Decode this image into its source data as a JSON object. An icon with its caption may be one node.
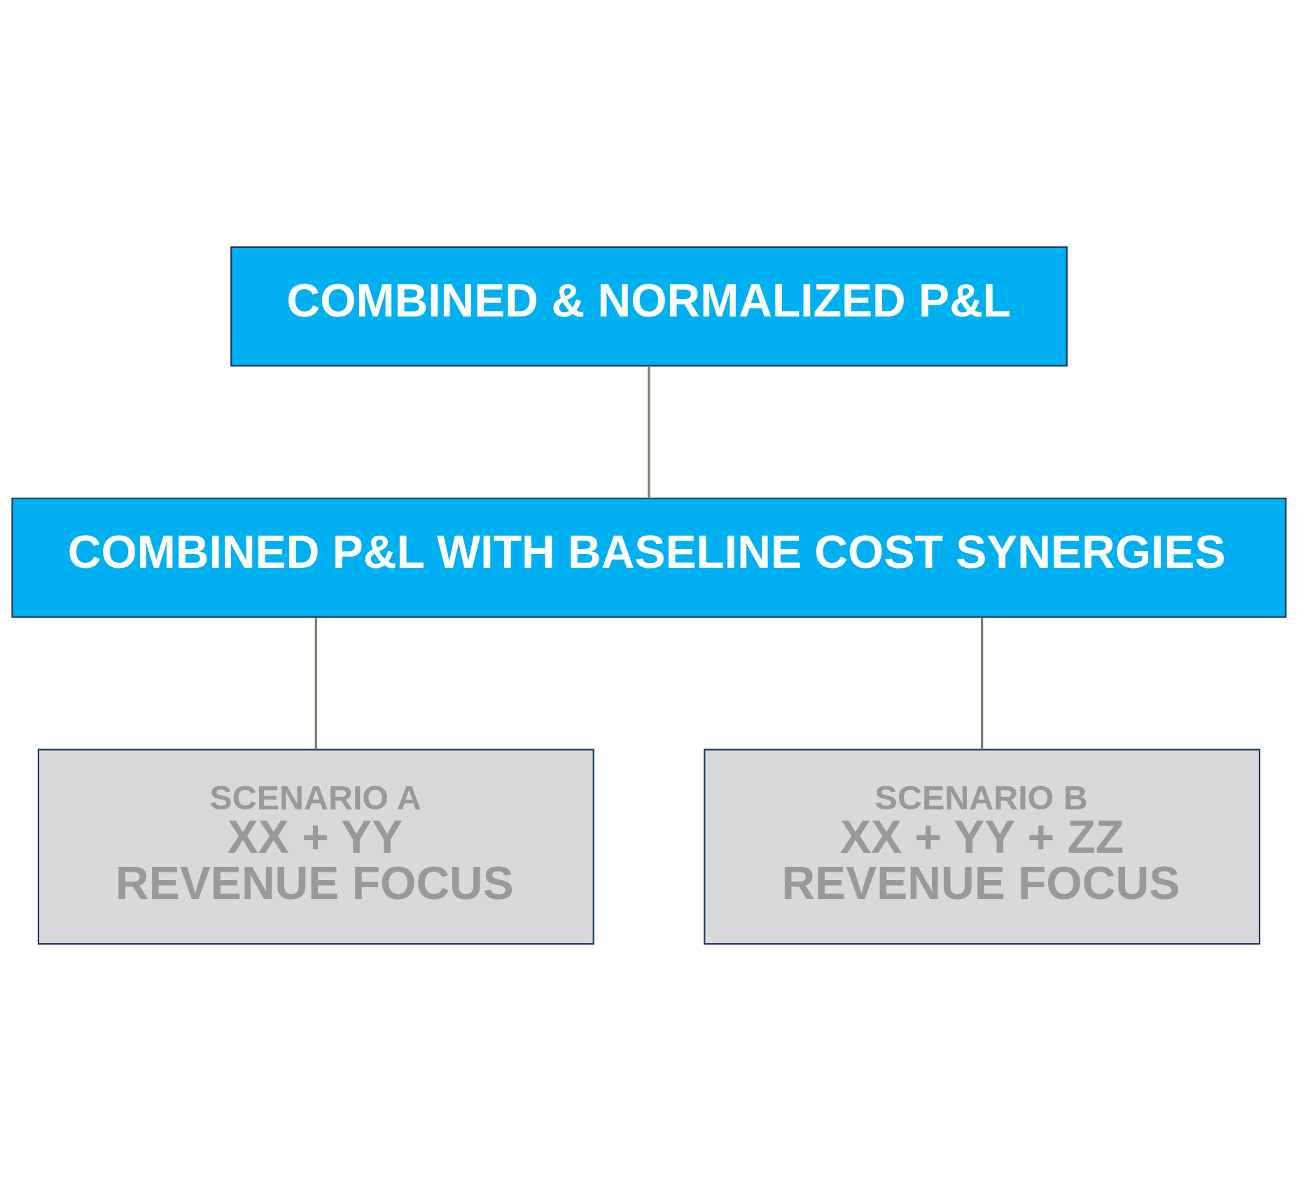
{
  "diagram": {
    "nodes": [
      {
        "text": [
          "COMBINED & NORMALIZED P&L"
        ]
      },
      {
        "text": [
          "COMBINED P&L WITH BASELINE COST SYNERGIES"
        ]
      },
      {
        "text": [
          "SCENARIO A",
          "XX + YY",
          "REVENUE FOCUS"
        ]
      },
      {
        "text": [
          "SCENARIO B",
          "XX + YY + ZZ",
          "REVENUE FOCUS"
        ]
      }
    ],
    "edges": [
      {
        "from": 0,
        "to": 1,
        "arrow": "none"
      },
      {
        "from": 1,
        "to": 2,
        "arrow": "none"
      },
      {
        "from": 1,
        "to": 3,
        "arrow": "none"
      }
    ]
  }
}
